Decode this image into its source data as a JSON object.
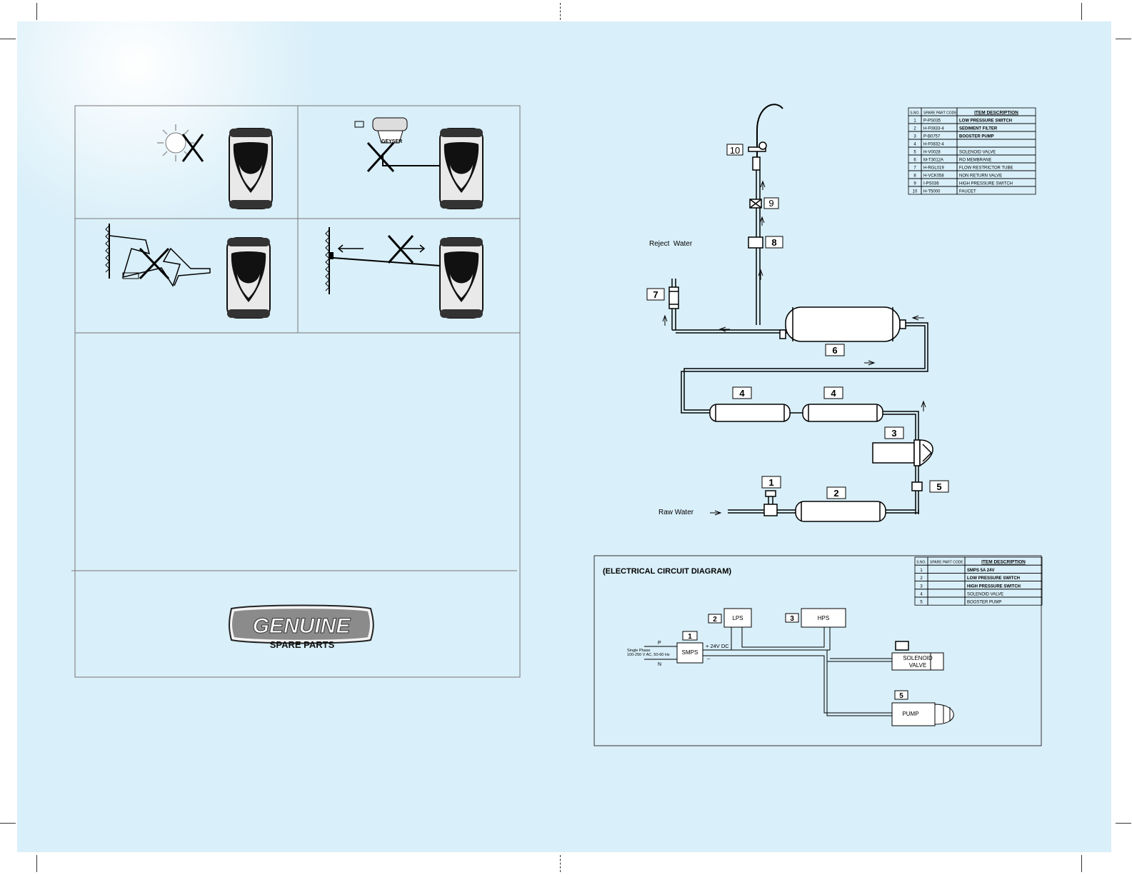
{
  "left_panel": {
    "cautions": [
      {
        "icon": "sun-icon"
      },
      {
        "icon": "geyser-icon",
        "label": "GEYSER"
      },
      {
        "icon": "heat-source-icon"
      },
      {
        "icon": "wall-distance-icon"
      }
    ],
    "brand": {
      "logo_text": "GENUINE",
      "subtitle": "SPARE PARTS"
    }
  },
  "flow_diagram": {
    "labels": {
      "reject_water": "Reject  Water",
      "raw_water": "Raw Water"
    },
    "tags": [
      "10",
      "9",
      "8",
      "7",
      "6",
      "4",
      "4",
      "3",
      "1",
      "2",
      "5"
    ],
    "parts_table": {
      "headers": [
        "S.NO.",
        "SPARE PART CODE",
        "ITEM DESCRIPTION"
      ],
      "rows": [
        [
          "1",
          "P-PS035",
          "LOW PRESSURE SWITCH"
        ],
        [
          "2",
          "H-F0833-4",
          "SEDIMENT FILTER"
        ],
        [
          "3",
          "P-B0757",
          "BOOSTER PUMP"
        ],
        [
          "4",
          "H-F0832-4",
          ""
        ],
        [
          "5",
          "H-V0028",
          "SOLENOID VALVE"
        ],
        [
          "6",
          "M-T3012A",
          "RO MEMBRANE"
        ],
        [
          "7",
          "H-RGL019",
          "FLOW RESTRICTOR TUBE"
        ],
        [
          "8",
          "H-VCK058",
          "NON RETURN VALVE"
        ],
        [
          "9",
          "I-PS036",
          "HIGH PRESSURE SWITCH"
        ],
        [
          "10",
          "H-T5000",
          "FAUCET"
        ]
      ]
    }
  },
  "electrical": {
    "title": "(ELECTRICAL CIRCUIT DIAGRAM)",
    "table": {
      "headers": [
        "S.NO.",
        "SPARE PART CODE",
        "ITEM DESCRIPTION"
      ],
      "rows": [
        [
          "1",
          "",
          "SMPS 5A 24V"
        ],
        [
          "2",
          "",
          "LOW PRESSURE SWITCH"
        ],
        [
          "3",
          "",
          "HIGH PRESSURE SWITCH"
        ],
        [
          "4",
          "",
          "SOLENOID VALVE"
        ],
        [
          "5",
          "",
          "BOOSTER PUMP"
        ]
      ]
    },
    "components": {
      "lps": "LPS",
      "hps": "HPS",
      "smps": "SMPS",
      "solenoid_1": "SOLENOID",
      "solenoid_2": "VALVE",
      "pump": "PUMP"
    },
    "tags": {
      "smps": "1",
      "lps": "2",
      "hps": "3",
      "solenoid": "",
      "pump": "5"
    },
    "supply": {
      "p": "P",
      "n": "N",
      "line1": "Single Phase",
      "line2": "100-250 V AC, 50-60 Hz",
      "dc_plus": "+ 24V DC",
      "dc_minus": "–"
    }
  }
}
